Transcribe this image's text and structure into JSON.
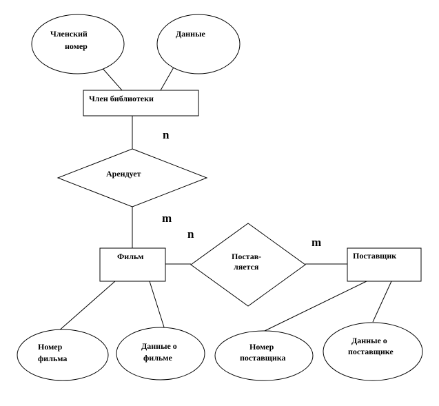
{
  "diagram": {
    "entities": {
      "library_member": "Член библиотеки",
      "film": "Фильм",
      "supplier": "Поставщик"
    },
    "relationships": {
      "rents": "Арендует",
      "supplied": [
        "Постав-",
        "ляется"
      ]
    },
    "attributes": {
      "member_number": [
        "Членский",
        "номер"
      ],
      "member_data": "Данные",
      "film_number": [
        "Номер",
        "фильма"
      ],
      "film_data": [
        "Данные о",
        "фильме"
      ],
      "supplier_number": [
        "Номер",
        "поставщика"
      ],
      "supplier_data": [
        "Данные о",
        "поставщике"
      ]
    },
    "cardinalities": {
      "member_rents": "n",
      "rents_film": "m",
      "film_supplied": "n",
      "supplied_supplier": "m"
    }
  }
}
